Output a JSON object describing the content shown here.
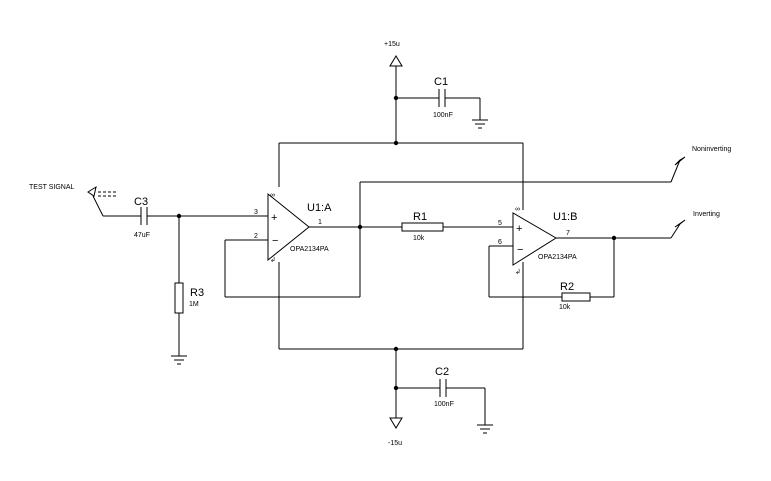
{
  "supply": {
    "positive_label": "+15u",
    "negative_label": "-15u"
  },
  "input": {
    "label": "TEST SIGNAL"
  },
  "outputs": {
    "noninverting_label": "Noninverting",
    "inverting_label": "Inverting"
  },
  "components": {
    "c1": {
      "ref": "C1",
      "value": "100nF"
    },
    "c2": {
      "ref": "C2",
      "value": "100nF"
    },
    "c3": {
      "ref": "C3",
      "value": "47uF"
    },
    "r1": {
      "ref": "R1",
      "value": "10k"
    },
    "r2": {
      "ref": "R2",
      "value": "10k"
    },
    "r3": {
      "ref": "R3",
      "value": "1M"
    },
    "u1a": {
      "ref": "U1:A",
      "part": "OPA2134PA",
      "pin_plus": "3",
      "pin_minus": "2",
      "pin_out": "1",
      "plus_sign": "+",
      "minus_sign": "−"
    },
    "u1b": {
      "ref": "U1:B",
      "part": "OPA2134PA",
      "pin_plus": "5",
      "pin_minus": "6",
      "pin_out": "7",
      "plus_sign": "+",
      "minus_sign": "−"
    }
  }
}
